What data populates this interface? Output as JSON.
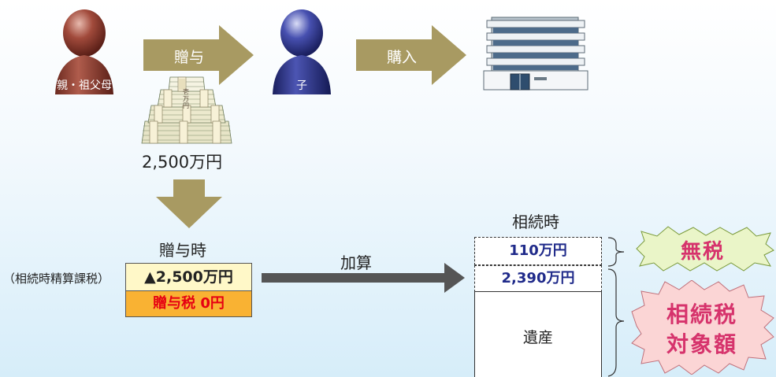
{
  "parent": {
    "label": "親・祖父母"
  },
  "gift_arrow": {
    "label": "贈与"
  },
  "child": {
    "label": "子"
  },
  "purchase_arrow": {
    "label": "購入"
  },
  "money": {
    "amount": "2,500万円",
    "bundle_text": "壱万円"
  },
  "gift_time": {
    "heading": "贈与時",
    "system_note": "（相続時精算課税）",
    "amount": "▲2,500万円",
    "tax": "贈与税 0円"
  },
  "add_arrow": {
    "label": "加算"
  },
  "inheritance": {
    "heading": "相続時",
    "tax_free_amount": "110万円",
    "added_amount": "2,390万円",
    "estate": "遺産"
  },
  "burst_taxfree": {
    "text": "無税"
  },
  "burst_taxable": {
    "line1": "相続税",
    "line2": "対象額"
  },
  "colors": {
    "arrow_gold": "#a89a62",
    "arrow_dark": "#555555",
    "parent_brown": "#8a3b2f",
    "child_blue": "#2c3388",
    "gift_box_yellow": "#fff8c8",
    "tax_box_orange": "#f9b233",
    "tax_text_red": "#e60012",
    "burst_green": "#eaf5c8",
    "burst_pink": "#fbd5d5",
    "burst_text": "#d6336c"
  }
}
